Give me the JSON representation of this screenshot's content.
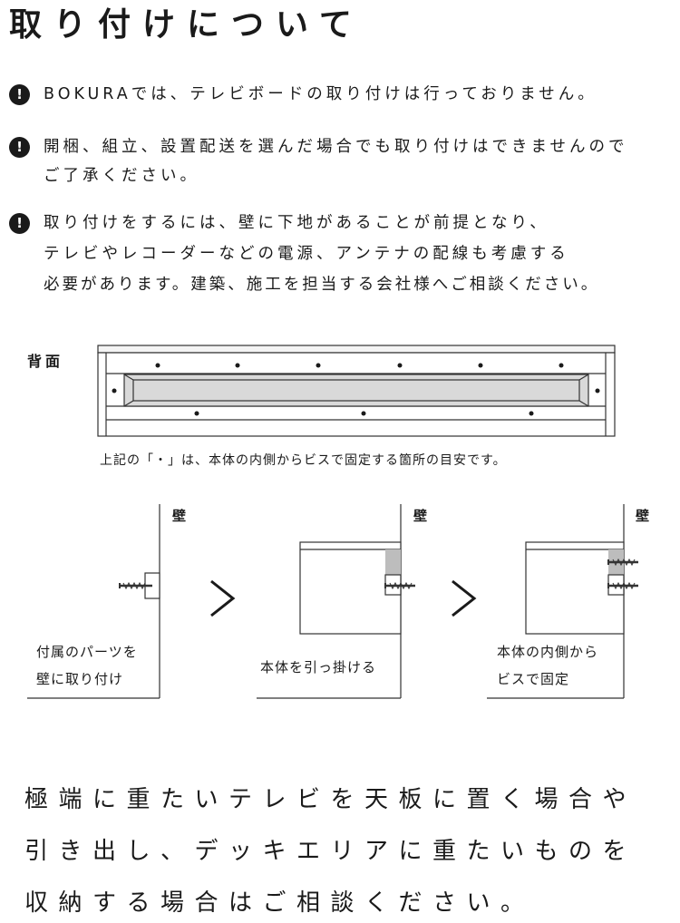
{
  "title": "取り付けについて",
  "notes": [
    {
      "bullet": "!",
      "lines": [
        "BOKURAでは、テレビボードの取り付けは行っておりません。"
      ]
    },
    {
      "bullet": "!",
      "lines": [
        "開梱、組立、設置配送を選んだ場合でも取り付けはできませんので",
        "ご了承ください。"
      ]
    },
    {
      "bullet": "!",
      "lines": [
        "取り付けをするには、壁に下地があることが前提となり、",
        "テレビやレコーダーなどの電源、アンテナの配線も考慮する",
        "必要があります。建築、施工を担当する会社様へご相談ください。"
      ]
    }
  ],
  "back_diagram": {
    "label": "背面",
    "caption": "上記の「・」は、本体の内側からビスで固定する箇所の目安です。"
  },
  "steps": {
    "wall_label": "壁",
    "arrow": ">",
    "step1": [
      "付属のパーツを",
      "壁に取り付け"
    ],
    "step2": "本体を引っ掛ける",
    "step3": [
      "本体の内側から",
      "ビスで固定"
    ]
  },
  "bottom_note": [
    "極端に重たいテレビを天板に置く場合や",
    "引き出し、デッキエリアに重たいものを",
    "収納する場合はご相談ください。"
  ]
}
